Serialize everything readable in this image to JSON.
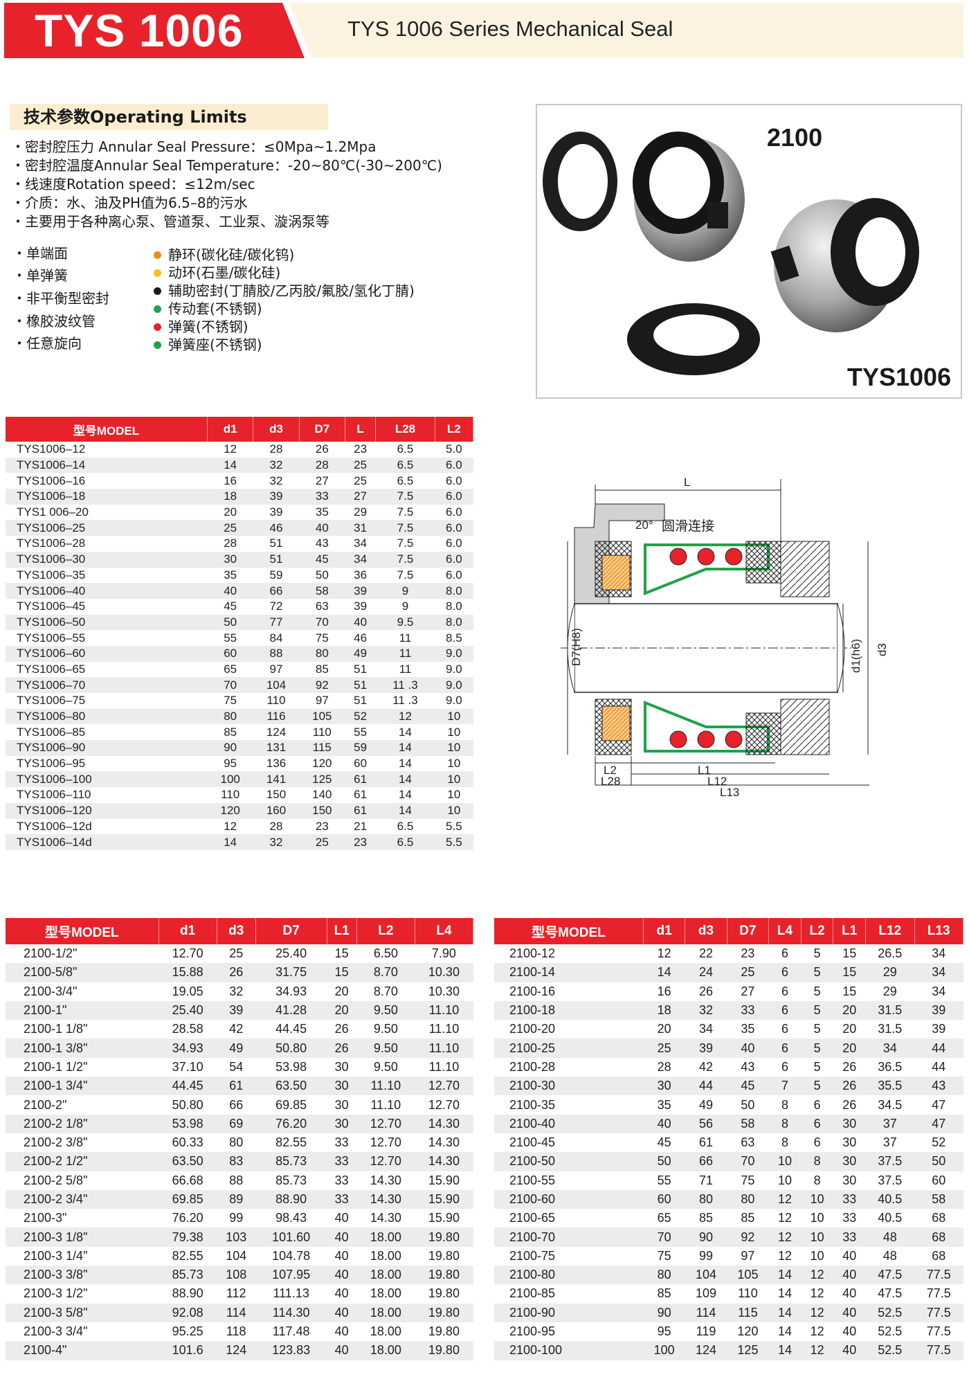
{
  "header": {
    "title": "TYS 1006",
    "subtitle": "TYS 1006 Series Mechanical Seal",
    "colors": {
      "red": "#e8222a",
      "cream": "#fbf3df"
    }
  },
  "limits": {
    "heading": "技术参数Operating Limits",
    "lines": [
      "・密封腔压力 Annular Seal Pressure：≤0Mpa~1.2Mpa",
      "・密封腔温度Annular Seal Temperature：-20~80℃(-30~200℃)",
      "・线速度Rotation speed：≤12m/sec",
      "・介质：水、油及PH值为6.5–8的污水",
      "・主要用于各种离心泵、管道泵、工业泵、漩涡泵等"
    ]
  },
  "features": [
    "・单端面",
    "・单弹簧",
    "・非平衡型密封",
    "・橡胶波纹管",
    "・任意旋向"
  ],
  "materials": [
    {
      "text": "静环(碳化硅/碳化钨)",
      "color": "#f08a1c"
    },
    {
      "text": "动环(石墨/碳化硅)",
      "color": "#f2c218"
    },
    {
      "text": "辅助密封(丁腈胶/乙丙胶/氟胶/氢化丁腈)",
      "color": "#1a1a1a"
    },
    {
      "text": "传动套(不锈钢)",
      "color": "#1fa24a"
    },
    {
      "text": "弹簧(不锈钢)",
      "color": "#e8222a"
    },
    {
      "text": "弹簧座(不锈钢)",
      "color": "#1fa24a"
    }
  ],
  "photo": {
    "label_top": "2100",
    "label_bottom": "TYS1006"
  },
  "diagram": {
    "labels": {
      "L": "L",
      "angle": "20°",
      "note": "圆滑连接",
      "d7": "D7(H8)",
      "d1": "d1(h6)",
      "d3": "d3",
      "L1": "L1",
      "L2": "L2",
      "L12": "L12",
      "L13": "L13",
      "L28": "L28"
    }
  },
  "table1": {
    "headers": [
      "型号MODEL",
      "d1",
      "d3",
      "D7",
      "L",
      "L28",
      "L2"
    ],
    "rows": [
      [
        "TYS1006–12",
        "12",
        "28",
        "26",
        "23",
        "6.5",
        "5.0"
      ],
      [
        "TYS1006–14",
        "14",
        "32",
        "28",
        "25",
        "6.5",
        "6.0"
      ],
      [
        "TYS1006–16",
        "16",
        "32",
        "27",
        "25",
        "6.5",
        "6.0"
      ],
      [
        "TYS1006–18",
        "18",
        "39",
        "33",
        "27",
        "7.5",
        "6.0"
      ],
      [
        "TYS1 006–20",
        "20",
        "39",
        "35",
        "29",
        "7.5",
        "6.0"
      ],
      [
        "TYS1006–25",
        "25",
        "46",
        "40",
        "31",
        "7.5",
        "6.0"
      ],
      [
        "TYS1006–28",
        "28",
        "51",
        "43",
        "34",
        "7.5",
        "6.0"
      ],
      [
        "TYS1006–30",
        "30",
        "51",
        "45",
        "34",
        "7.5",
        "6.0"
      ],
      [
        "TYS1006–35",
        "35",
        "59",
        "50",
        "36",
        "7.5",
        "6.0"
      ],
      [
        "TYS1006–40",
        "40",
        "66",
        "58",
        "39",
        "9",
        "8.0"
      ],
      [
        "TYS1006–45",
        "45",
        "72",
        "63",
        "39",
        "9",
        "8.0"
      ],
      [
        "TYS1006–50",
        "50",
        "77",
        "70",
        "40",
        "9.5",
        "8.0"
      ],
      [
        "TYS1006–55",
        "55",
        "84",
        "75",
        "46",
        "11",
        "8.5"
      ],
      [
        "TYS1006–60",
        "60",
        "88",
        "80",
        "49",
        "11",
        "9.0"
      ],
      [
        "TYS1006–65",
        "65",
        "97",
        "85",
        "51",
        "11",
        "9.0"
      ],
      [
        "TYS1006–70",
        "70",
        "104",
        "92",
        "51",
        "11 .3",
        "9.0"
      ],
      [
        "TYS1006–75",
        "75",
        "110",
        "97",
        "51",
        "11 .3",
        "9.0"
      ],
      [
        "TYS1006–80",
        "80",
        "116",
        "105",
        "52",
        "12",
        "10"
      ],
      [
        "TYS1006–85",
        "85",
        "124",
        "110",
        "55",
        "14",
        "10"
      ],
      [
        "TYS1006–90",
        "90",
        "131",
        "115",
        "59",
        "14",
        "10"
      ],
      [
        "TYS1006–95",
        "95",
        "136",
        "120",
        "60",
        "14",
        "10"
      ],
      [
        "TYS1006–100",
        "100",
        "141",
        "125",
        "61",
        "14",
        "10"
      ],
      [
        "TYS1006–110",
        "110",
        "150",
        "140",
        "61",
        "14",
        "10"
      ],
      [
        "TYS1006–120",
        "120",
        "160",
        "150",
        "61",
        "14",
        "10"
      ],
      [
        "TYS1006–12d",
        "12",
        "28",
        "23",
        "21",
        "6.5",
        "5.5"
      ],
      [
        "TYS1006–14d",
        "14",
        "32",
        "25",
        "23",
        "6.5",
        "5.5"
      ]
    ]
  },
  "table2": {
    "headers": [
      "型号MODEL",
      "d1",
      "d3",
      "D7",
      "L1",
      "L2",
      "L4"
    ],
    "rows": [
      [
        "2100-1/2\"",
        "12.70",
        "25",
        "25.40",
        "15",
        "6.50",
        "7.90"
      ],
      [
        "2100-5/8\"",
        "15.88",
        "26",
        "31.75",
        "15",
        "8.70",
        "10.30"
      ],
      [
        "2100-3/4\"",
        "19.05",
        "32",
        "34.93",
        "20",
        "8.70",
        "10.30"
      ],
      [
        "2100-1\"",
        "25.40",
        "39",
        "41.28",
        "20",
        "9.50",
        "11.10"
      ],
      [
        "2100-1 1/8\"",
        "28.58",
        "42",
        "44.45",
        "26",
        "9.50",
        "11.10"
      ],
      [
        "2100-1 3/8\"",
        "34.93",
        "49",
        "50.80",
        "26",
        "9.50",
        "11.10"
      ],
      [
        "2100-1 1/2\"",
        "37.10",
        "54",
        "53.98",
        "30",
        "9.50",
        "11.10"
      ],
      [
        "2100-1 3/4\"",
        "44.45",
        "61",
        "63.50",
        "30",
        "11.10",
        "12.70"
      ],
      [
        "2100-2\"",
        "50.80",
        "66",
        "69.85",
        "30",
        "11.10",
        "12.70"
      ],
      [
        "2100-2 1/8\"",
        "53.98",
        "69",
        "76.20",
        "30",
        "12.70",
        "14.30"
      ],
      [
        "2100-2 3/8\"",
        "60.33",
        "80",
        "82.55",
        "33",
        "12.70",
        "14.30"
      ],
      [
        "2100-2 1/2\"",
        "63.50",
        "83",
        "85.73",
        "33",
        "12.70",
        "14.30"
      ],
      [
        "2100-2 5/8\"",
        "66.68",
        "88",
        "85.73",
        "33",
        "14.30",
        "15.90"
      ],
      [
        "2100-2 3/4\"",
        "69.85",
        "89",
        "88.90",
        "33",
        "14.30",
        "15.90"
      ],
      [
        "2100-3\"",
        "76.20",
        "99",
        "98.43",
        "40",
        "14.30",
        "15.90"
      ],
      [
        "2100-3 1/8\"",
        "79.38",
        "103",
        "101.60",
        "40",
        "18.00",
        "19.80"
      ],
      [
        "2100-3 1/4\"",
        "82.55",
        "104",
        "104.78",
        "40",
        "18.00",
        "19.80"
      ],
      [
        "2100-3 3/8\"",
        "85.73",
        "108",
        "107.95",
        "40",
        "18.00",
        "19.80"
      ],
      [
        "2100-3 1/2\"",
        "88.90",
        "112",
        "111.13",
        "40",
        "18.00",
        "19.80"
      ],
      [
        "2100-3 5/8\"",
        "92.08",
        "114",
        "114.30",
        "40",
        "18.00",
        "19.80"
      ],
      [
        "2100-3 3/4\"",
        "95.25",
        "118",
        "117.48",
        "40",
        "18.00",
        "19.80"
      ],
      [
        "2100-4\"",
        "101.6",
        "124",
        "123.83",
        "40",
        "18.00",
        "19.80"
      ]
    ]
  },
  "table3": {
    "headers": [
      "型号MODEL",
      "d1",
      "d3",
      "D7",
      "L4",
      "L2",
      "L1",
      "L12",
      "L13"
    ],
    "rows": [
      [
        "2100-12",
        "12",
        "22",
        "23",
        "6",
        "5",
        "15",
        "26.5",
        "34"
      ],
      [
        "2100-14",
        "14",
        "24",
        "25",
        "6",
        "5",
        "15",
        "29",
        "34"
      ],
      [
        "2100-16",
        "16",
        "26",
        "27",
        "6",
        "5",
        "15",
        "29",
        "34"
      ],
      [
        "2100-18",
        "18",
        "32",
        "33",
        "6",
        "5",
        "20",
        "31.5",
        "39"
      ],
      [
        "2100-20",
        "20",
        "34",
        "35",
        "6",
        "5",
        "20",
        "31.5",
        "39"
      ],
      [
        "2100-25",
        "25",
        "39",
        "40",
        "6",
        "5",
        "20",
        "34",
        "44"
      ],
      [
        "2100-28",
        "28",
        "42",
        "43",
        "6",
        "5",
        "26",
        "36.5",
        "44"
      ],
      [
        "2100-30",
        "30",
        "44",
        "45",
        "7",
        "5",
        "26",
        "35.5",
        "43"
      ],
      [
        "2100-35",
        "35",
        "49",
        "50",
        "8",
        "6",
        "26",
        "34.5",
        "47"
      ],
      [
        "2100-40",
        "40",
        "56",
        "58",
        "8",
        "6",
        "30",
        "37",
        "47"
      ],
      [
        "2100-45",
        "45",
        "61",
        "63",
        "8",
        "6",
        "30",
        "37",
        "52"
      ],
      [
        "2100-50",
        "50",
        "66",
        "70",
        "10",
        "8",
        "30",
        "37.5",
        "50"
      ],
      [
        "2100-55",
        "55",
        "71",
        "75",
        "10",
        "8",
        "30",
        "37.5",
        "60"
      ],
      [
        "2100-60",
        "60",
        "80",
        "80",
        "12",
        "10",
        "33",
        "40.5",
        "58"
      ],
      [
        "2100-65",
        "65",
        "85",
        "85",
        "12",
        "10",
        "33",
        "40.5",
        "68"
      ],
      [
        "2100-70",
        "70",
        "90",
        "92",
        "12",
        "10",
        "33",
        "48",
        "68"
      ],
      [
        "2100-75",
        "75",
        "99",
        "97",
        "12",
        "10",
        "40",
        "48",
        "68"
      ],
      [
        "2100-80",
        "80",
        "104",
        "105",
        "14",
        "12",
        "40",
        "47.5",
        "77.5"
      ],
      [
        "2100-85",
        "85",
        "109",
        "110",
        "14",
        "12",
        "40",
        "47.5",
        "77.5"
      ],
      [
        "2100-90",
        "90",
        "114",
        "115",
        "14",
        "12",
        "40",
        "52.5",
        "77.5"
      ],
      [
        "2100-95",
        "95",
        "119",
        "120",
        "14",
        "12",
        "40",
        "52.5",
        "77.5"
      ],
      [
        "2100-100",
        "100",
        "124",
        "125",
        "14",
        "12",
        "40",
        "52.5",
        "77.5"
      ]
    ]
  }
}
